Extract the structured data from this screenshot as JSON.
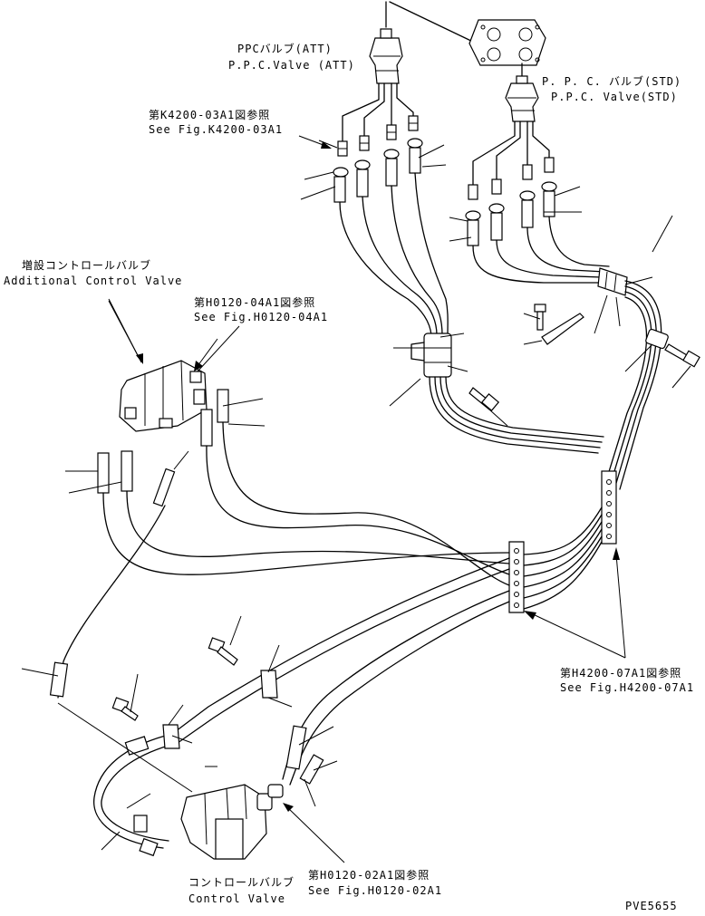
{
  "labels": {
    "ppc_att_jp": "PPCバルブ(ATT)",
    "ppc_att_en": "P.P.C.Valve (ATT)",
    "ppc_std_jp": "P. P. C. バルブ(STD)",
    "ppc_std_en": "P.P.C. Valve(STD)",
    "ref_k4200_jp": "第K4200-03A1図参照",
    "ref_k4200_en": "See Fig.K4200-03A1",
    "addl_valve_jp": "増設コントロールバルブ",
    "addl_valve_en": "Additional Control Valve",
    "ref_h0120_04_jp": "第H0120-04A1図参照",
    "ref_h0120_04_en": "See Fig.H0120-04A1",
    "ref_h4200_jp": "第H4200-07A1図参照",
    "ref_h4200_en": "See Fig.H4200-07A1",
    "ref_h0120_02_jp": "第H0120-02A1図参照",
    "ref_h0120_02_en": "See Fig.H0120-02A1",
    "control_valve_jp": "コントロールバルブ",
    "control_valve_en": "Control Valve",
    "drawing_code": "PVE5655"
  }
}
